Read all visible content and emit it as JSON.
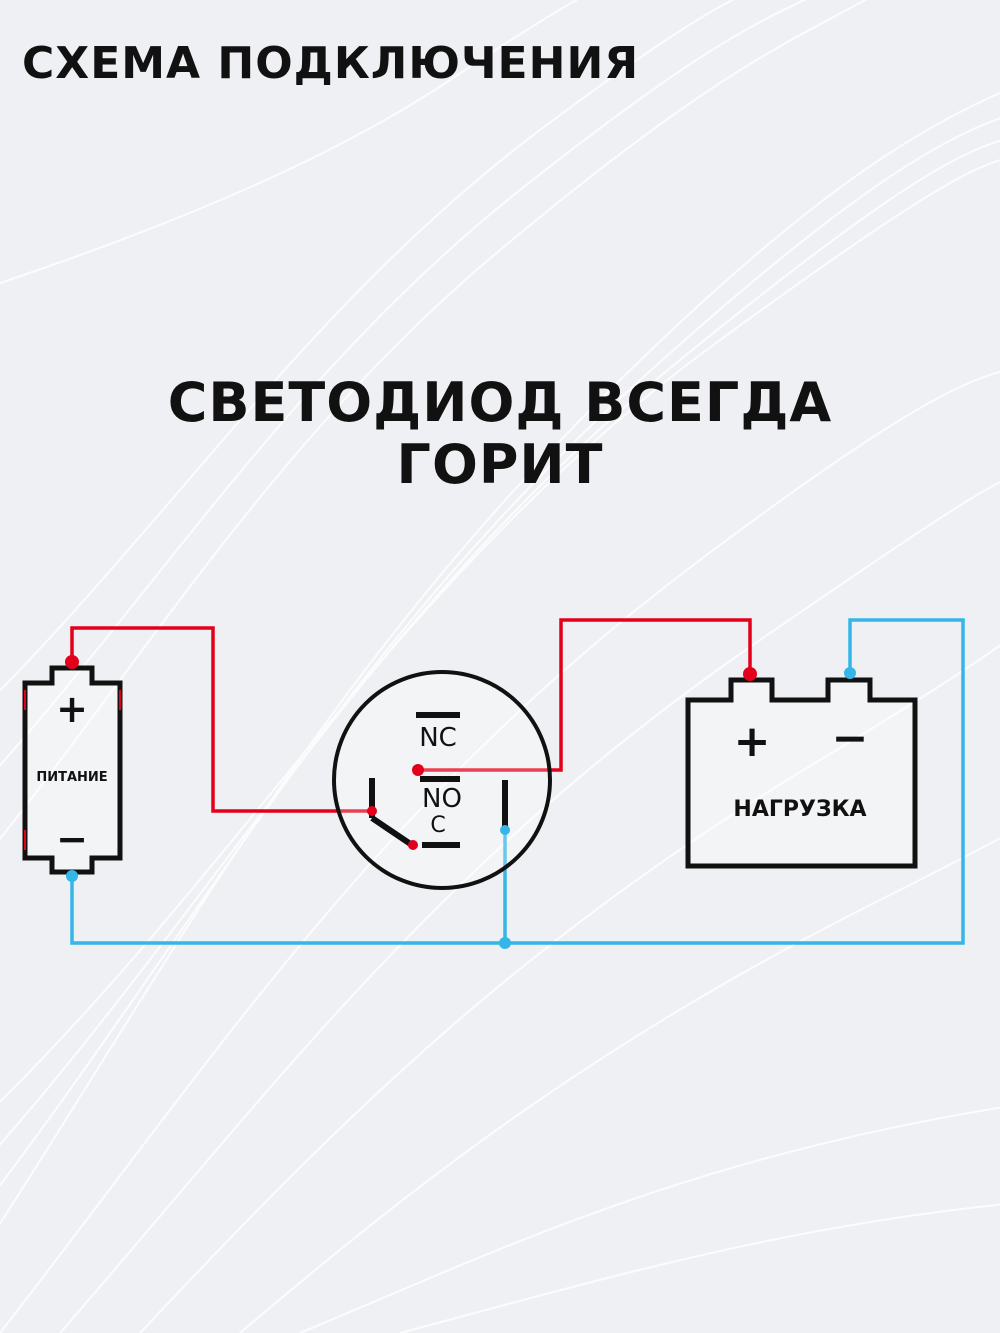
{
  "title": "СХЕМА ПОДКЛЮЧЕНИЯ",
  "heading": {
    "line1": "СВЕТОДИОД ВСЕГДА",
    "line2": "ГОРИТ"
  },
  "diagram": {
    "power_source": {
      "label": "ПИТАНИЕ",
      "plus": "+",
      "minus": "−"
    },
    "switch": {
      "nc_label": "NC",
      "no_label": "NO",
      "c_label": "C"
    },
    "load": {
      "label": "НАГРУЗКА",
      "plus": "+",
      "minus": "−"
    },
    "colors": {
      "positive_wire": "#e3001b",
      "negative_wire": "#35b6e8",
      "component_outline": "#111111"
    }
  }
}
